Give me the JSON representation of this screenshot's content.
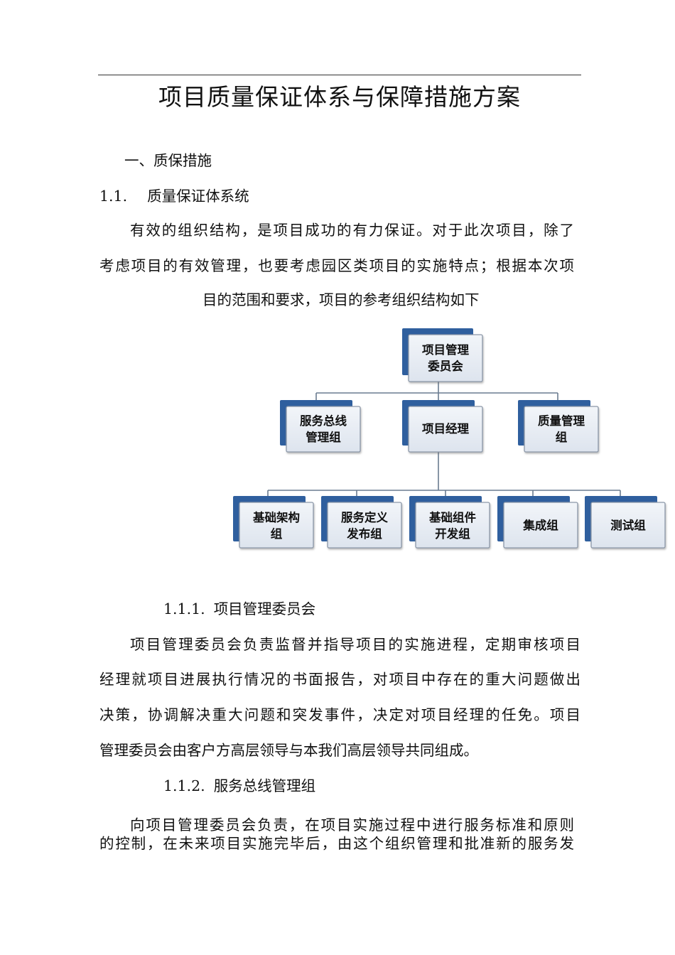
{
  "title": "项目质量保证体系与保障措施方案",
  "section1": "一、质保措施",
  "section1_1": {
    "num": "1.1.",
    "text": "质量保证体系统"
  },
  "intro": {
    "line1": "有效的组织结构，是项目成功的有力保证。对于此次项目，除了",
    "line2": "考虑项目的有效管理，也要考虑园区类项目的实施特点；根据本次项",
    "line3": "目的范围和要求，项目的参考组织结构如下"
  },
  "org_chart": {
    "root": [
      "项目管理",
      "委员会"
    ],
    "level2": [
      [
        "服务总线",
        "管理组"
      ],
      [
        "项目经理"
      ],
      [
        "质量管理",
        "组"
      ]
    ],
    "level3": [
      [
        "基础架构",
        "组"
      ],
      [
        "服务定义",
        "发布组"
      ],
      [
        "基础组件",
        "开发组"
      ],
      [
        "集成组"
      ],
      [
        "测试组"
      ]
    ]
  },
  "s111": {
    "num": "1.1.1.",
    "text": "项目管理委员会"
  },
  "p111": {
    "line1": "项目管理委员会负责监督并指导项目的实施进程，定期审核项目",
    "line2": "经理就项目进展执行情况的书面报告，对项目中存在的重大问题做出",
    "line3": "决策，协调解决重大问题和突发事件，决定对项目经理的任免。项目",
    "line4": "管理委员会由客户方高层领导与本我们高层领导共同组成。"
  },
  "s112": {
    "num": "1.1.2.",
    "text": "服务总线管理组"
  },
  "p112": {
    "line1": "向项目管理委员会负责，在项目实施过程中进行服务标准和原则",
    "line2": "的控制，在未来项目实施完毕后，由这个组织管理和批准新的服务发"
  }
}
